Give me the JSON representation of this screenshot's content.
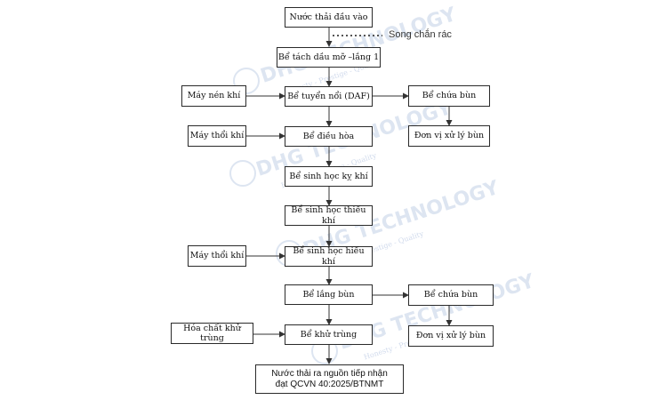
{
  "nodes": {
    "inlet": "Nước thải đầu vào",
    "grease_tank": "Bể tách dầu mỡ –lắng 1",
    "daf": "Bể tuyển nổi (DAF)",
    "sludge_tank_1": "Bể chứa bùn",
    "sludge_unit_1": "Đơn vị xử lý bùn",
    "equalization": "Bể điều hòa",
    "anaerobic": "Bể sinh học kỵ khí",
    "anoxic": "Bể sinh học thiếu khí",
    "aerobic": "Bể sinh học hiếu khí",
    "settling": "Bể lắng bùn",
    "sludge_tank_2": "Bể chứa bùn",
    "sludge_unit_2": "Đơn vị xử lý bùn",
    "disinfection": "Bể khử trùng",
    "outlet_line1": "Nước thải ra nguồn tiếp nhận",
    "outlet_line2": "đạt QCVN 40:2025/BTNMT"
  },
  "inputs": {
    "air_compressor": "Máy nén khí",
    "blower_1": "Máy thổi khí",
    "blower_2": "Máy thổi khí",
    "chemical": "Hóa chất khử trùng"
  },
  "screen_label": "Song chắn rác",
  "watermark": {
    "brand": "DHG TECHNOLOGY",
    "tagline": "Honesty - Prestige - Quality"
  }
}
